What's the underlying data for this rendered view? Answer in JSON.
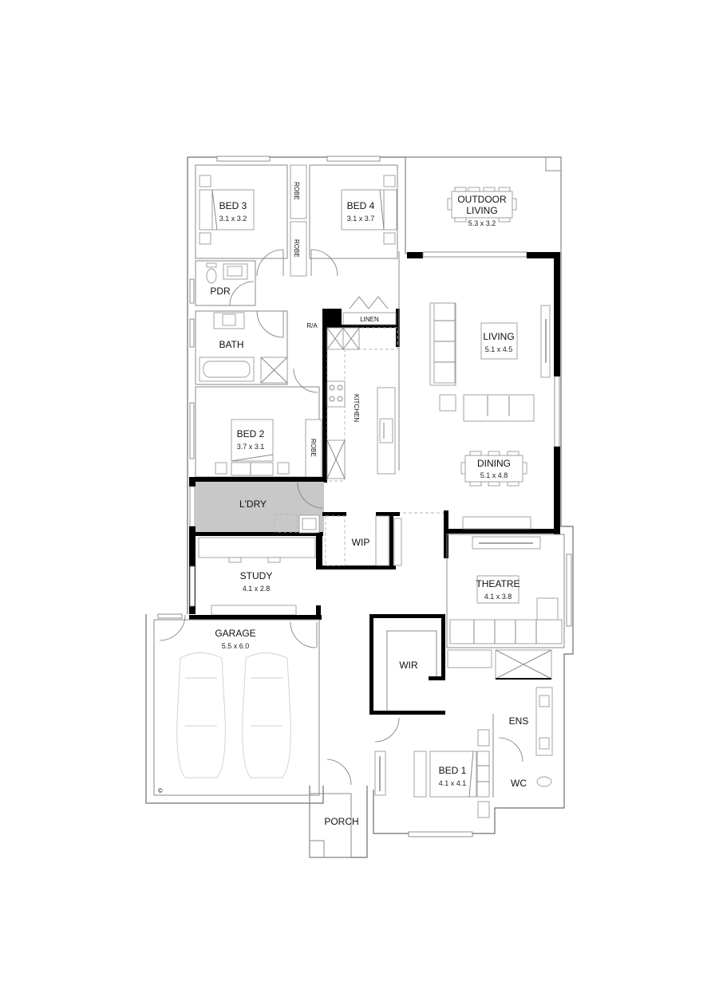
{
  "plan": {
    "rooms": {
      "bed3": {
        "name": "BED 3",
        "size": "3.1 x 3.2"
      },
      "bed4": {
        "name": "BED 4",
        "size": "3.1 x 3.7"
      },
      "outdoor": {
        "name_line1": "OUTDOOR",
        "name_line2": "LIVING",
        "size": "5.3 x 3.2"
      },
      "pdr": {
        "name": "PDR"
      },
      "bath": {
        "name": "BATH"
      },
      "linen": {
        "name": "LINEN"
      },
      "ra": {
        "name": "R/A"
      },
      "kitchen": {
        "name": "KITCHEN"
      },
      "living": {
        "name": "LIVING",
        "size": "5.1 x 4.5"
      },
      "dining": {
        "name": "DINING",
        "size": "5.1 x 4.8"
      },
      "bed2": {
        "name": "BED 2",
        "size": "3.7 x 3.1"
      },
      "robe_a": {
        "name": "ROBE"
      },
      "robe_b": {
        "name": "ROBE"
      },
      "robe_c": {
        "name": "ROBE"
      },
      "ldry": {
        "name": "L'DRY"
      },
      "wip": {
        "name": "WIP"
      },
      "study": {
        "name": "STUDY",
        "size": "4.1 x 2.8"
      },
      "theatre": {
        "name": "THEATRE",
        "size": "4.1 x 3.8"
      },
      "garage": {
        "name": "GARAGE",
        "size": "5.5 x 6.0"
      },
      "wir": {
        "name": "WIR"
      },
      "ens": {
        "name": "ENS"
      },
      "bed1": {
        "name": "BED 1",
        "size": "4.1 x 4.1"
      },
      "wc": {
        "name": "WC"
      },
      "porch": {
        "name": "PORCH"
      }
    },
    "copyright": "©",
    "colors": {
      "wall": "#000000",
      "laundry_fill": "#c8c8c8",
      "line": "#8a8a8a"
    }
  }
}
